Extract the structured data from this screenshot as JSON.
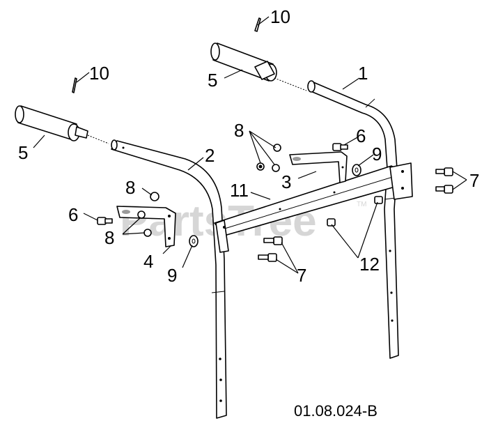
{
  "watermark": {
    "text": "PartsTree",
    "trademark": "TM"
  },
  "drawing_code": "01.08.024-B",
  "callouts": {
    "c1": "1",
    "c2": "2",
    "c3": "3",
    "c4": "4",
    "c5_left": "5",
    "c5_top": "5",
    "c6_left": "6",
    "c6_right": "6",
    "c7_right": "7",
    "c7_bottom": "7",
    "c8_top": "8",
    "c8_left_top": "8",
    "c8_left_bottom": "8",
    "c9_left": "9",
    "c9_right": "9",
    "c10_left": "10",
    "c10_top": "10",
    "c11": "11",
    "c12": "12"
  }
}
